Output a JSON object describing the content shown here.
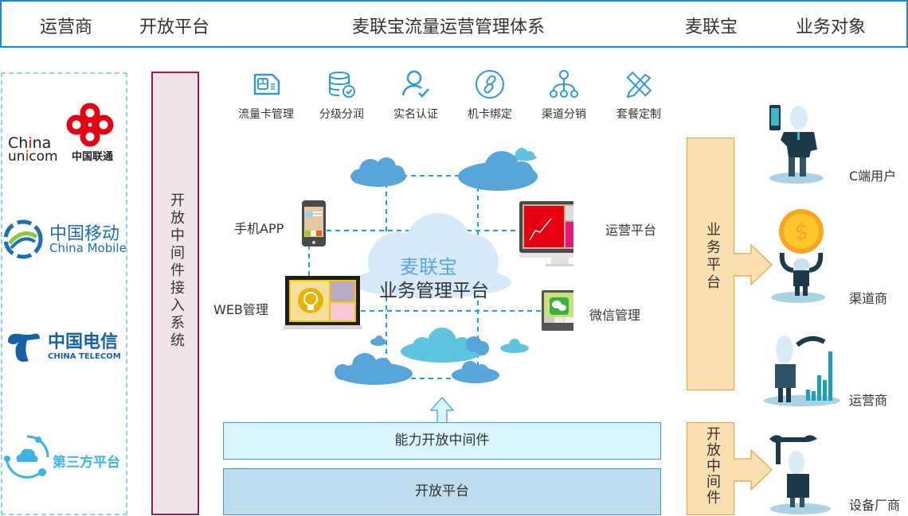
{
  "header": {
    "col_carrier": "运营商",
    "col_open_platform": "开放平台",
    "col_system": "麦联宝流量运营管理体系",
    "col_brand": "麦联宝",
    "col_targets": "业务对象"
  },
  "carriers": [
    {
      "name": "China Unicom",
      "en_line1": "China",
      "en_line2": "unicom",
      "cn": "中国联通",
      "color": "#e60012"
    },
    {
      "name": "China Mobile",
      "cn": "中国移动",
      "en": "China Mobile",
      "color": "#1a6fb5"
    },
    {
      "name": "China Telecom",
      "cn": "中国电信",
      "en": "CHINA TELECOM",
      "color": "#1560a8"
    },
    {
      "name": "Third-party",
      "cn": "第三方平台",
      "color": "#3ab4e6"
    }
  ],
  "access_system": {
    "label": "开放中间件接入系统"
  },
  "features": [
    {
      "label": "流量卡管理",
      "icon": "sim-card-icon"
    },
    {
      "label": "分级分润",
      "icon": "database-check-icon"
    },
    {
      "label": "实名认证",
      "icon": "user-check-icon"
    },
    {
      "label": "机卡绑定",
      "icon": "link-icon"
    },
    {
      "label": "渠道分销",
      "icon": "hierarchy-icon"
    },
    {
      "label": "套餐定制",
      "icon": "ruler-pencil-icon"
    }
  ],
  "center": {
    "brand": "麦联宝",
    "title": "业务管理平台"
  },
  "nodes": {
    "mobile_app": "手机APP",
    "web": "WEB管理",
    "ops_platform": "运营平台",
    "wechat": "微信管理"
  },
  "layers": {
    "middleware": "能力开放中间件",
    "base": "开放平台"
  },
  "right_bars": {
    "business_platform": "业务平台",
    "open_middleware": "开放中间件"
  },
  "targets": [
    {
      "label": "C端用户",
      "icon": "person-phone-icon"
    },
    {
      "label": "渠道商",
      "icon": "person-coin-icon"
    },
    {
      "label": "运营商",
      "icon": "person-chart-icon"
    },
    {
      "label": "设备厂商",
      "icon": "person-wrench-icon"
    }
  ],
  "colors": {
    "header_border": "#1b8ad0",
    "cloud": "#56a5da",
    "cloud_light": "#5ec4e0",
    "dashed": "#1aa1e1",
    "access_border": "#a6164f",
    "orange": "#e9a33a"
  }
}
